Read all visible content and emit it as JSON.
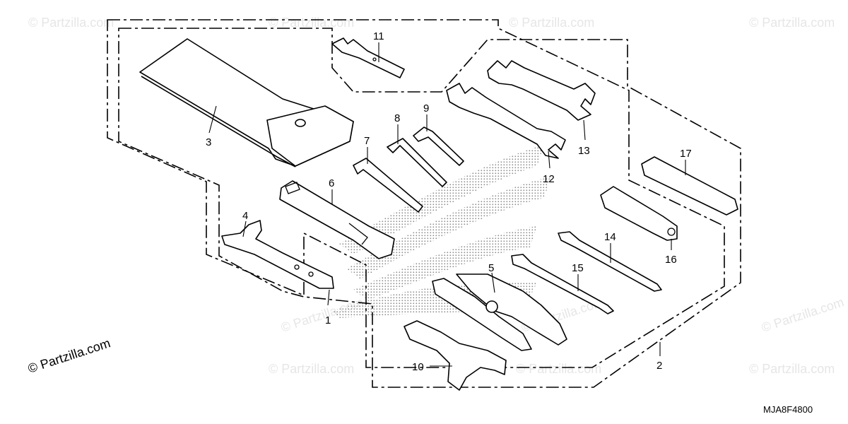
{
  "callouts": {
    "c1": "1",
    "c2": "2",
    "c3": "3",
    "c4": "4",
    "c5": "5",
    "c6": "6",
    "c7": "7",
    "c8": "8",
    "c9": "9",
    "c10": "10",
    "c11": "11",
    "c12": "12",
    "c13": "13",
    "c14": "14",
    "c15": "15",
    "c16": "16",
    "c17": "17"
  },
  "diagram_code": "MJA8F4800",
  "watermark": {
    "main": "© Partzilla.com",
    "faint": "© Partzilla.com"
  },
  "colors": {
    "line": "#000000",
    "background": "#ffffff",
    "watermark_faint": "#e6e6e6",
    "logo_dots": "#8a8a8a"
  },
  "icons": {
    "logo": "wing-logo-dotted",
    "tool-bag": "tool-pouch",
    "wrench": "open-end-wrench"
  }
}
